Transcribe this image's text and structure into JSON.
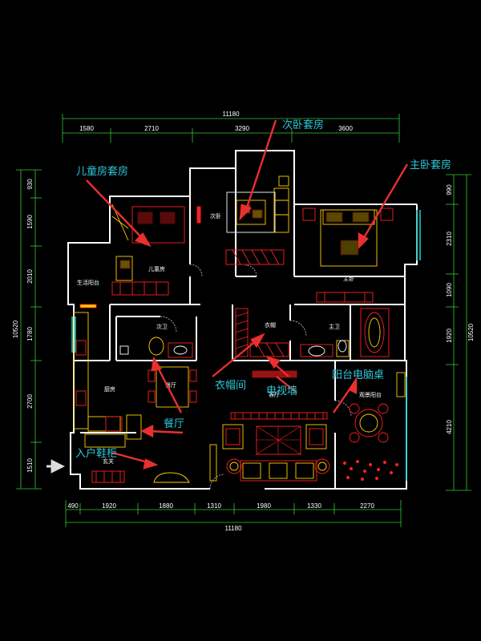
{
  "dimensions": {
    "top_total": "11180",
    "top_segments": [
      "1580",
      "2710",
      "3290",
      "3600"
    ],
    "bottom_total": "11180",
    "bottom_segments": [
      "490",
      "1920",
      "1880",
      "1310",
      "1980",
      "1330",
      "2270"
    ],
    "left_total": "10520",
    "left_segments": [
      "930",
      "1590",
      "2010",
      "1780",
      "2700",
      "1510"
    ],
    "right_total": "10520",
    "right_segments": [
      "990",
      "2310",
      "1090",
      "1920",
      "4210"
    ]
  },
  "rooms": {
    "child_room": "儿童房",
    "second_bedroom": "次卧",
    "master_bedroom": "主卧",
    "life_balcony": "生活阳台",
    "second_bath": "次卫",
    "cloakroom": "衣帽",
    "master_bath": "主卫",
    "kitchen": "厨房",
    "dining": "餐厅",
    "living": "客厅",
    "leisure_balcony": "观景阳台",
    "entrance": "玄关"
  },
  "callouts": {
    "second_suite": "次卧套房",
    "child_suite": "儿童房套房",
    "master_suite": "主卧套房",
    "cloak_room": "衣帽间",
    "tv_wall": "电视墙",
    "balcony_desk": "阳台电脑桌",
    "dining_room": "餐厅",
    "entry_shoe": "入户鞋柜"
  },
  "colors": {
    "background": "#000000",
    "wall": "#ffffff",
    "dimension_line": "#33cc33",
    "furniture_red": "#ff2020",
    "furniture_yellow": "#ffd000",
    "callout_text": "#2ec7d8",
    "arrow": "#e83030",
    "window": "#19c3c3"
  }
}
